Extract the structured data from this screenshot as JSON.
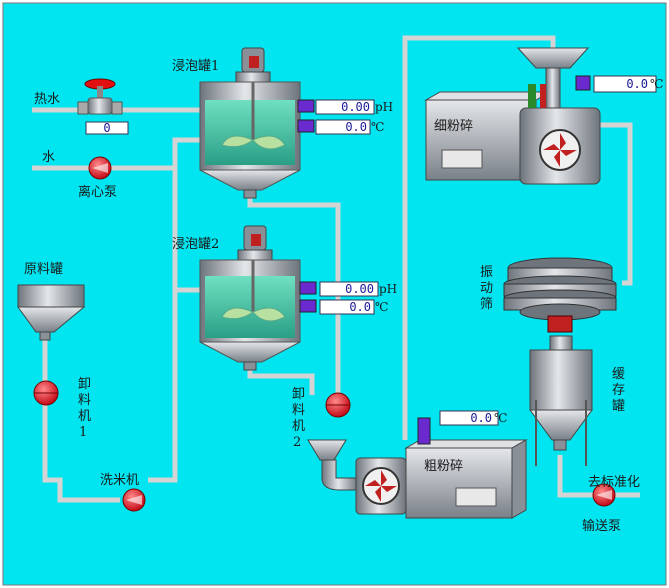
{
  "labels": {
    "hot_water": "热水",
    "water": "水",
    "centrifugal_pump": "离心泵",
    "raw_tank": "原料罐",
    "unloader1": [
      "卸",
      "料",
      "机",
      "1"
    ],
    "rice_washer": "洗米机",
    "soak_tank1": "浸泡罐1",
    "soak_tank2": "浸泡罐2",
    "unloader2": [
      "卸",
      "料",
      "机",
      "2"
    ],
    "coarse_grind": "粗粉碎",
    "fine_grind": "细粉碎",
    "vibrating_screen": [
      "振",
      "动",
      "筛"
    ],
    "buffer_tank": [
      "缓",
      "存",
      "罐"
    ],
    "to_standardize": "去标准化",
    "transfer_pump": "输送泵"
  },
  "readouts": {
    "hot_water_valve": "0",
    "tank1_ph": "0.00",
    "tank1_temp": "0.0",
    "tank2_ph": "0.00",
    "tank2_temp": "0.0",
    "coarse_temp": "0.0",
    "fine_temp": "0.0"
  },
  "units": {
    "ph": "pH",
    "temp": "℃"
  },
  "colors": {
    "background": "#00e5f0",
    "pipe": "#c8c8c8",
    "pump": "#e8202a",
    "tank": "#9aa0a8",
    "liquid": "#3fbfa0"
  }
}
